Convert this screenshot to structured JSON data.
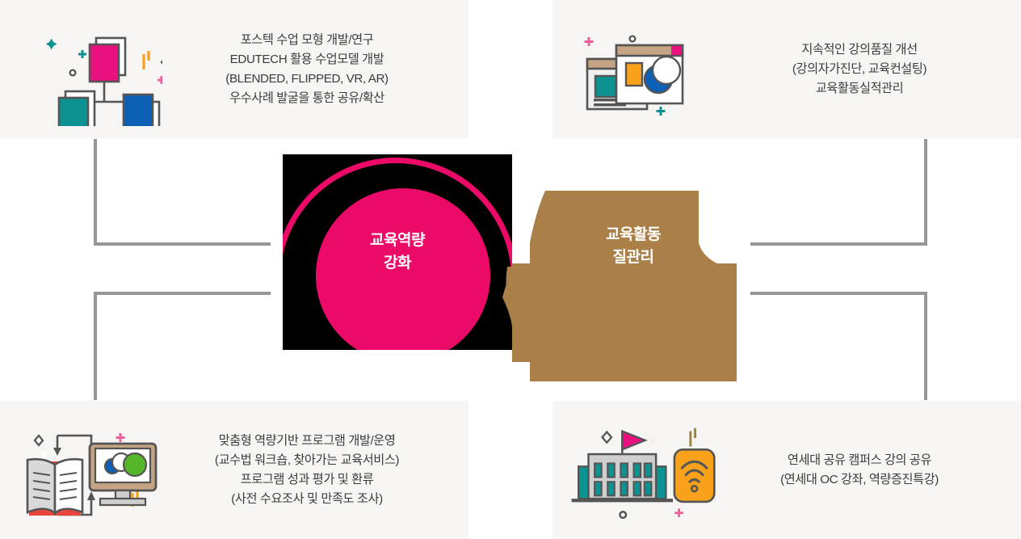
{
  "colors": {
    "panel_bg": "#f6f5f3",
    "page_bg": "#ffffff",
    "pink": "#ec0a68",
    "brown": "#ab8048",
    "line_gray": "#969696",
    "text": "#3b3b3b",
    "stroke": "#555555",
    "teal": "#0e9191",
    "blue": "#0b5fb5",
    "orange": "#f9a11b",
    "green": "#56b62a",
    "tan": "#c4a484"
  },
  "center": {
    "pink_node": {
      "line1": "교육역량",
      "line2": "강화",
      "color": "#ec0a68"
    },
    "brown_node": {
      "line1": "교육활동",
      "line2": "질관리",
      "color": "#ab8048"
    }
  },
  "quadrants": [
    {
      "id": "top-left",
      "icon": "documents-network-icon",
      "lines": [
        "포스텍 수업 모형 개발/연구",
        "EDUTECH 활용 수업모델 개발",
        "(BLENDED, FLIPPED, VR, AR)",
        "우수사례 발굴을 통한 공유/확산"
      ]
    },
    {
      "id": "top-right",
      "icon": "browser-analytics-icon",
      "lines": [
        "지속적인 강의품질 개선",
        "(강의자가진단, 교육컨설팅)",
        "교육활동실적관리"
      ]
    },
    {
      "id": "bottom-left",
      "icon": "book-monitor-cycle-icon",
      "lines": [
        "맞춤형 역량기반 프로그램 개발/운영",
        "(교수법 워크숍, 찾아가는 교육서비스)",
        "프로그램 성과 평가 및 환류",
        "(사전 수요조사 및 만족도 조사)"
      ]
    },
    {
      "id": "bottom-right",
      "icon": "campus-wifi-icon",
      "lines": [
        "연세대 공유 캠퍼스 강의 공유",
        "(연세대 OC 강좌, 역량증진특강)"
      ]
    }
  ]
}
